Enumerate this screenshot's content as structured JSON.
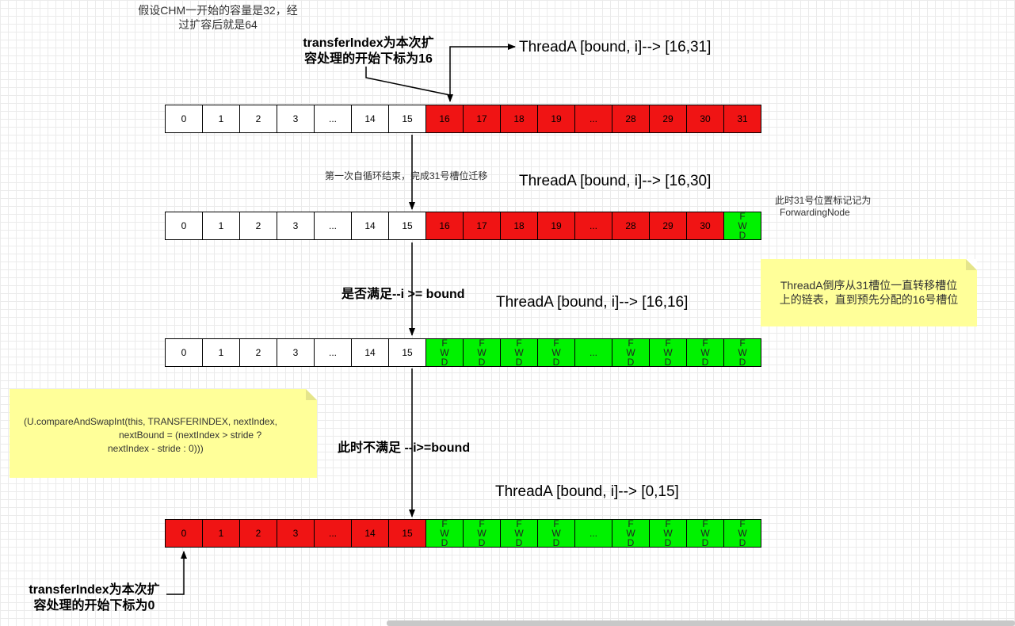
{
  "top_note": {
    "line1": "假设CHM一开始的容量是32，经",
    "line2": "过扩容后就是64"
  },
  "transfer_label_top": {
    "line1": "transferIndex为本次扩",
    "line2": "容处理的开始下标为16"
  },
  "transfer_label_bottom": {
    "line1": "transferIndex为本次扩",
    "line2": "容处理的开始下标为0"
  },
  "thread_labels": [
    "ThreadA  [bound, i]--> [16,31]",
    "ThreadA  [bound, i]--> [16,30]",
    "ThreadA  [bound, i]--> [16,16]",
    "ThreadA  [bound, i]--> [0,15]"
  ],
  "step_labels": {
    "first_loop": "第一次自循环结束，完成31号槽位迁移",
    "condition_true": "是否满足--i  >= bound",
    "condition_false": "此时不满足 --i>=bound"
  },
  "fwd_note": {
    "line1": "此时31号位置标记记为",
    "line2": "ForwardingNode"
  },
  "yellow_note_right": {
    "line1": "ThreadA倒序从31槽位一直转移槽位",
    "line2": "上的链表，直到预先分配的16号槽位"
  },
  "yellow_note_left": {
    "line1": "(U.compareAndSwapInt(this, TRANSFERINDEX, nextIndex,",
    "line2": "nextBound = (nextIndex > stride ?",
    "line3": "nextIndex - stride : 0)))"
  },
  "colors": {
    "migrating": "#f01414",
    "forwarded": "#00f200",
    "idle": "#ffffff",
    "note": "#ffff99"
  },
  "rows": [
    {
      "cells": [
        {
          "label": "0",
          "state": "idle"
        },
        {
          "label": "1",
          "state": "idle"
        },
        {
          "label": "2",
          "state": "idle"
        },
        {
          "label": "3",
          "state": "idle"
        },
        {
          "label": "...",
          "state": "idle"
        },
        {
          "label": "14",
          "state": "idle"
        },
        {
          "label": "15",
          "state": "idle"
        },
        {
          "label": "16",
          "state": "red"
        },
        {
          "label": "17",
          "state": "red"
        },
        {
          "label": "18",
          "state": "red"
        },
        {
          "label": "19",
          "state": "red"
        },
        {
          "label": "...",
          "state": "red"
        },
        {
          "label": "28",
          "state": "red"
        },
        {
          "label": "29",
          "state": "red"
        },
        {
          "label": "30",
          "state": "red"
        },
        {
          "label": "31",
          "state": "red"
        }
      ]
    },
    {
      "cells": [
        {
          "label": "0",
          "state": "idle"
        },
        {
          "label": "1",
          "state": "idle"
        },
        {
          "label": "2",
          "state": "idle"
        },
        {
          "label": "3",
          "state": "idle"
        },
        {
          "label": "...",
          "state": "idle"
        },
        {
          "label": "14",
          "state": "idle"
        },
        {
          "label": "15",
          "state": "idle"
        },
        {
          "label": "16",
          "state": "red"
        },
        {
          "label": "17",
          "state": "red"
        },
        {
          "label": "18",
          "state": "red"
        },
        {
          "label": "19",
          "state": "red"
        },
        {
          "label": "...",
          "state": "red"
        },
        {
          "label": "28",
          "state": "red"
        },
        {
          "label": "29",
          "state": "red"
        },
        {
          "label": "30",
          "state": "red"
        },
        {
          "label": "FWD",
          "state": "green"
        }
      ]
    },
    {
      "cells": [
        {
          "label": "0",
          "state": "idle"
        },
        {
          "label": "1",
          "state": "idle"
        },
        {
          "label": "2",
          "state": "idle"
        },
        {
          "label": "3",
          "state": "idle"
        },
        {
          "label": "...",
          "state": "idle"
        },
        {
          "label": "14",
          "state": "idle"
        },
        {
          "label": "15",
          "state": "idle"
        },
        {
          "label": "FWD",
          "state": "green"
        },
        {
          "label": "FWD",
          "state": "green"
        },
        {
          "label": "FWD",
          "state": "green"
        },
        {
          "label": "FWD",
          "state": "green"
        },
        {
          "label": "...",
          "state": "green"
        },
        {
          "label": "FWD",
          "state": "green"
        },
        {
          "label": "FWD",
          "state": "green"
        },
        {
          "label": "FWD",
          "state": "green"
        },
        {
          "label": "FWD",
          "state": "green"
        }
      ]
    },
    {
      "cells": [
        {
          "label": "0",
          "state": "red"
        },
        {
          "label": "1",
          "state": "red"
        },
        {
          "label": "2",
          "state": "red"
        },
        {
          "label": "3",
          "state": "red"
        },
        {
          "label": "...",
          "state": "red"
        },
        {
          "label": "14",
          "state": "red"
        },
        {
          "label": "15",
          "state": "red"
        },
        {
          "label": "FWD",
          "state": "green"
        },
        {
          "label": "FWD",
          "state": "green"
        },
        {
          "label": "FWD",
          "state": "green"
        },
        {
          "label": "FWD",
          "state": "green"
        },
        {
          "label": "...",
          "state": "green"
        },
        {
          "label": "FWD",
          "state": "green"
        },
        {
          "label": "FWD",
          "state": "green"
        },
        {
          "label": "FWD",
          "state": "green"
        },
        {
          "label": "FWD",
          "state": "green"
        }
      ]
    }
  ]
}
